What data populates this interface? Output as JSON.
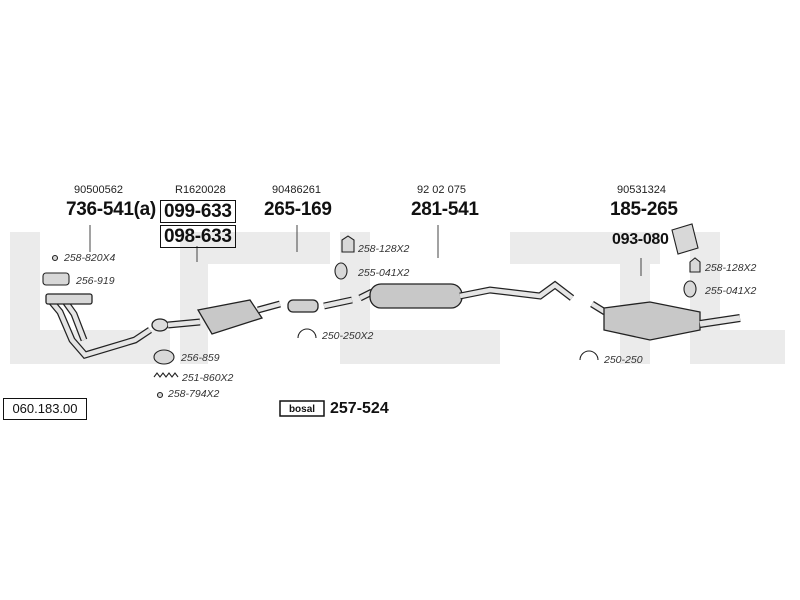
{
  "diagram_number": "060.183.00",
  "groups": [
    {
      "ref": "90500562",
      "parts": [
        "736-541(a)"
      ]
    },
    {
      "ref": "R1620028",
      "parts": [
        "099-633",
        "098-633"
      ]
    },
    {
      "ref": "90486261",
      "parts": [
        "265-169"
      ]
    },
    {
      "ref": "92 02 075",
      "parts": [
        "281-541"
      ]
    },
    {
      "ref": "90531324",
      "parts": [
        "185-265",
        "093-080"
      ]
    }
  ],
  "accessories": [
    "258-820X4",
    "256-919",
    "256-859",
    "251-860X2",
    "258-794X2",
    "258-128X2",
    "255-041X2",
    "250-250X2",
    "258-128X2",
    "255-041X2",
    "250-250"
  ],
  "kit": {
    "brand": "bosal",
    "part": "257-524"
  },
  "colors": {
    "watermark": "#e8e8e8",
    "line": "#222222",
    "part_fill": "#c8c8c8"
  }
}
